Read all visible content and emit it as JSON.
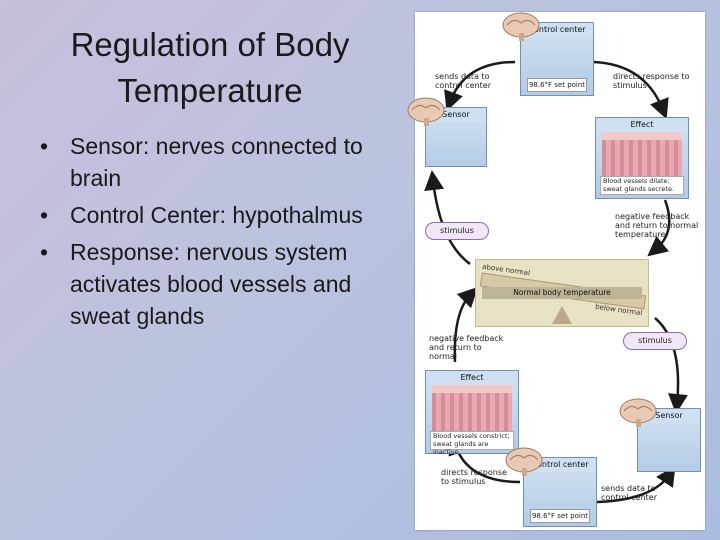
{
  "slide": {
    "title": "Regulation of Body Temperature",
    "bullets": [
      "Sensor: nerves connected to brain",
      "Control Center: hypothalmus",
      "Response: nervous system activates blood vessels and sweat glands"
    ]
  },
  "diagram": {
    "top_control": {
      "title": "Control center",
      "setpoint": "98.6°F set point"
    },
    "top_sensor": {
      "title": "Sensor"
    },
    "top_effect": {
      "title": "Effect",
      "caption": "Blood vessels dilate; sweat glands secrete."
    },
    "sends_data_top": "sends data to control center",
    "directs_response_top": "directs response to stimulus",
    "stimulus_upper": "stimulus",
    "neg_feedback_right": "negative feedback and return to normal temperature",
    "seesaw": {
      "above": "above normal",
      "normal": "Normal body temperature",
      "below": "below normal"
    },
    "neg_feedback_left": "negative feedback and return to normal",
    "stimulus_lower": "stimulus",
    "bottom_effect": {
      "title": "Effect",
      "caption": "Blood vessels constrict; sweat glands are inactive."
    },
    "bottom_sensor": {
      "title": "Sensor"
    },
    "bottom_control": {
      "title": "Control center",
      "setpoint": "98.6°F set point"
    },
    "directs_response_bottom": "directs response to stimulus",
    "sends_data_bottom": "sends data to control center"
  }
}
